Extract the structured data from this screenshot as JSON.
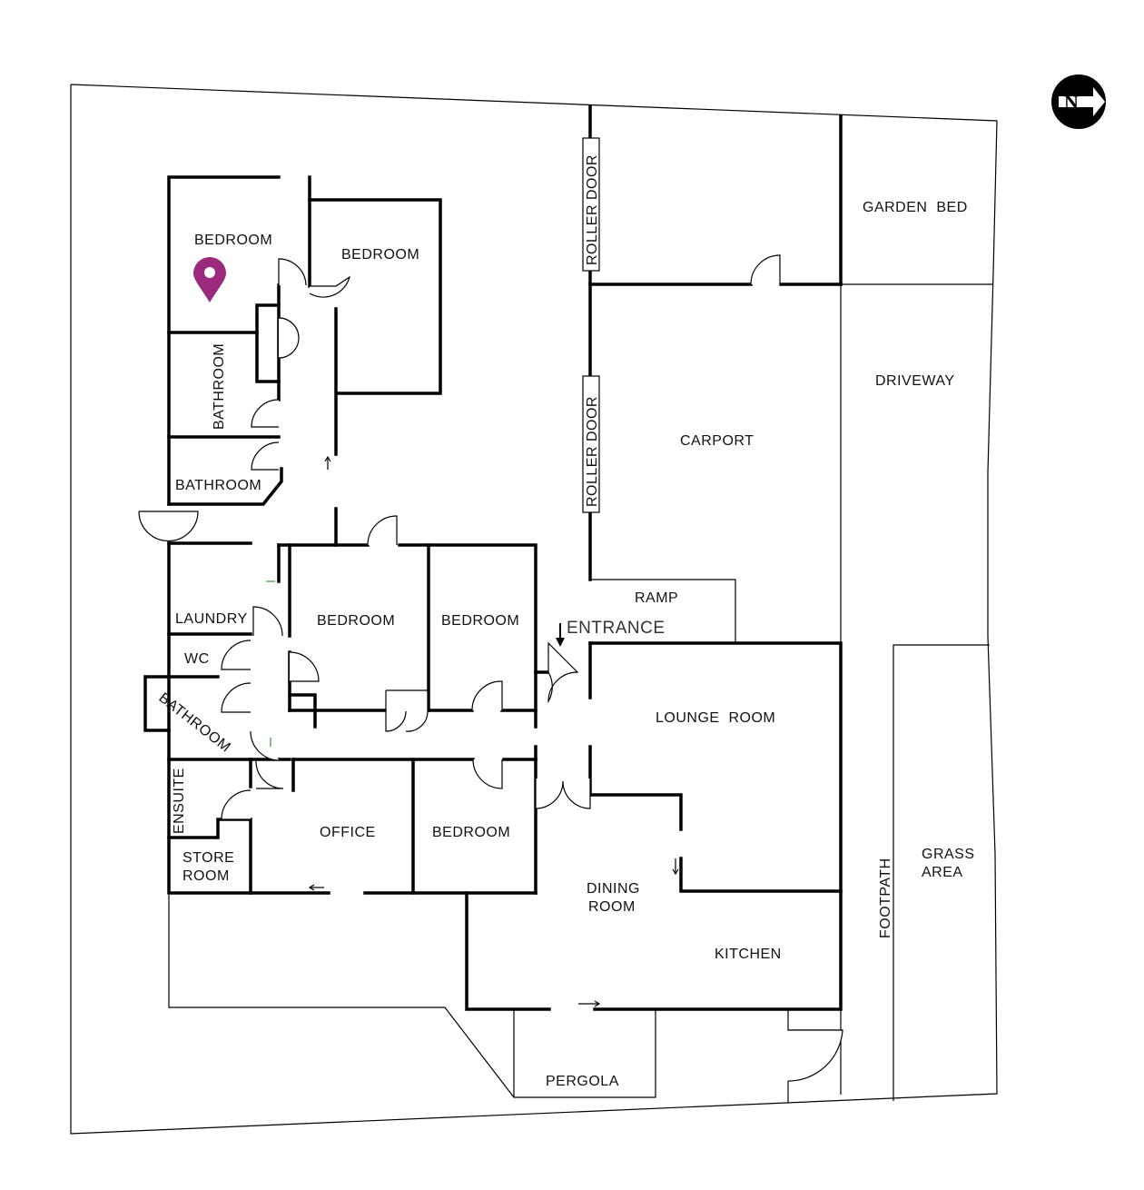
{
  "floorplan": {
    "rooms": {
      "bedroom_1": "BEDROOM",
      "bedroom_2": "BEDROOM",
      "bathroom_1": "BATHROOM",
      "bathroom_2": "BATHROOM",
      "laundry": "LAUNDRY",
      "wc": "WC",
      "bathroom_3": "BATHROOM",
      "ensuite": "ENSUITE",
      "store_room_line1": "STORE",
      "store_room_line2": "ROOM",
      "bedroom_3": "BEDROOM",
      "bedroom_4": "BEDROOM",
      "office": "OFFICE",
      "bedroom_5": "BEDROOM",
      "lounge_room": "LOUNGE  ROOM",
      "dining_room_line1": "DINING",
      "dining_room_line2": "ROOM",
      "kitchen": "KITCHEN",
      "carport": "CARPORT",
      "garden_bed": "GARDEN  BED",
      "driveway": "DRIVEWAY",
      "footpath": "FOOTPATH",
      "grass_area_line1": "GRASS",
      "grass_area_line2": "AREA",
      "ramp": "RAMP",
      "entrance": "ENTRANCE",
      "pergola": "PERGOLA",
      "roller_door_1": "ROLLER DOOR",
      "roller_door_2": "ROLLER DOOR"
    },
    "compass_letter": "N",
    "marker": {
      "icon": "location-pin-icon",
      "color": "#9b2a7e",
      "room": "BEDROOM"
    }
  }
}
